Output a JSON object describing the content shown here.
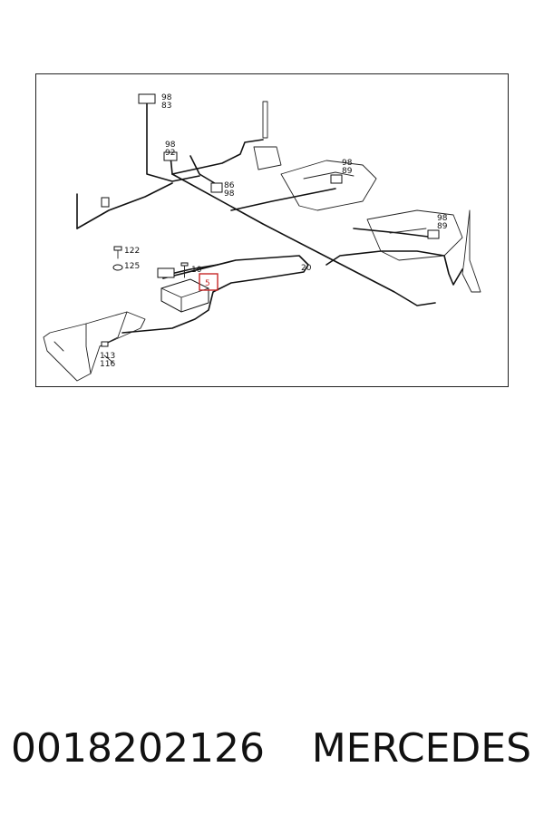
{
  "diagram": {
    "callouts": [
      {
        "id": "c9883a",
        "text": "98"
      },
      {
        "id": "c9883b",
        "text": "83"
      },
      {
        "id": "c9892a",
        "text": "98"
      },
      {
        "id": "c9892b",
        "text": "92"
      },
      {
        "id": "c8698a",
        "text": "86"
      },
      {
        "id": "c8698b",
        "text": "98"
      },
      {
        "id": "c9889a",
        "text": "98"
      },
      {
        "id": "c9889b",
        "text": "89"
      },
      {
        "id": "c9889c",
        "text": "98"
      },
      {
        "id": "c9889d",
        "text": "89"
      },
      {
        "id": "c122",
        "text": "122"
      },
      {
        "id": "c125",
        "text": "125"
      },
      {
        "id": "c10",
        "text": "10"
      },
      {
        "id": "c5",
        "text": "5"
      },
      {
        "id": "c20",
        "text": "20"
      },
      {
        "id": "c113",
        "text": "113"
      },
      {
        "id": "c116",
        "text": "116"
      }
    ],
    "highlight_color": "#c62828"
  },
  "footer": {
    "part_number": "0018202126",
    "brand": "MERCEDES"
  }
}
